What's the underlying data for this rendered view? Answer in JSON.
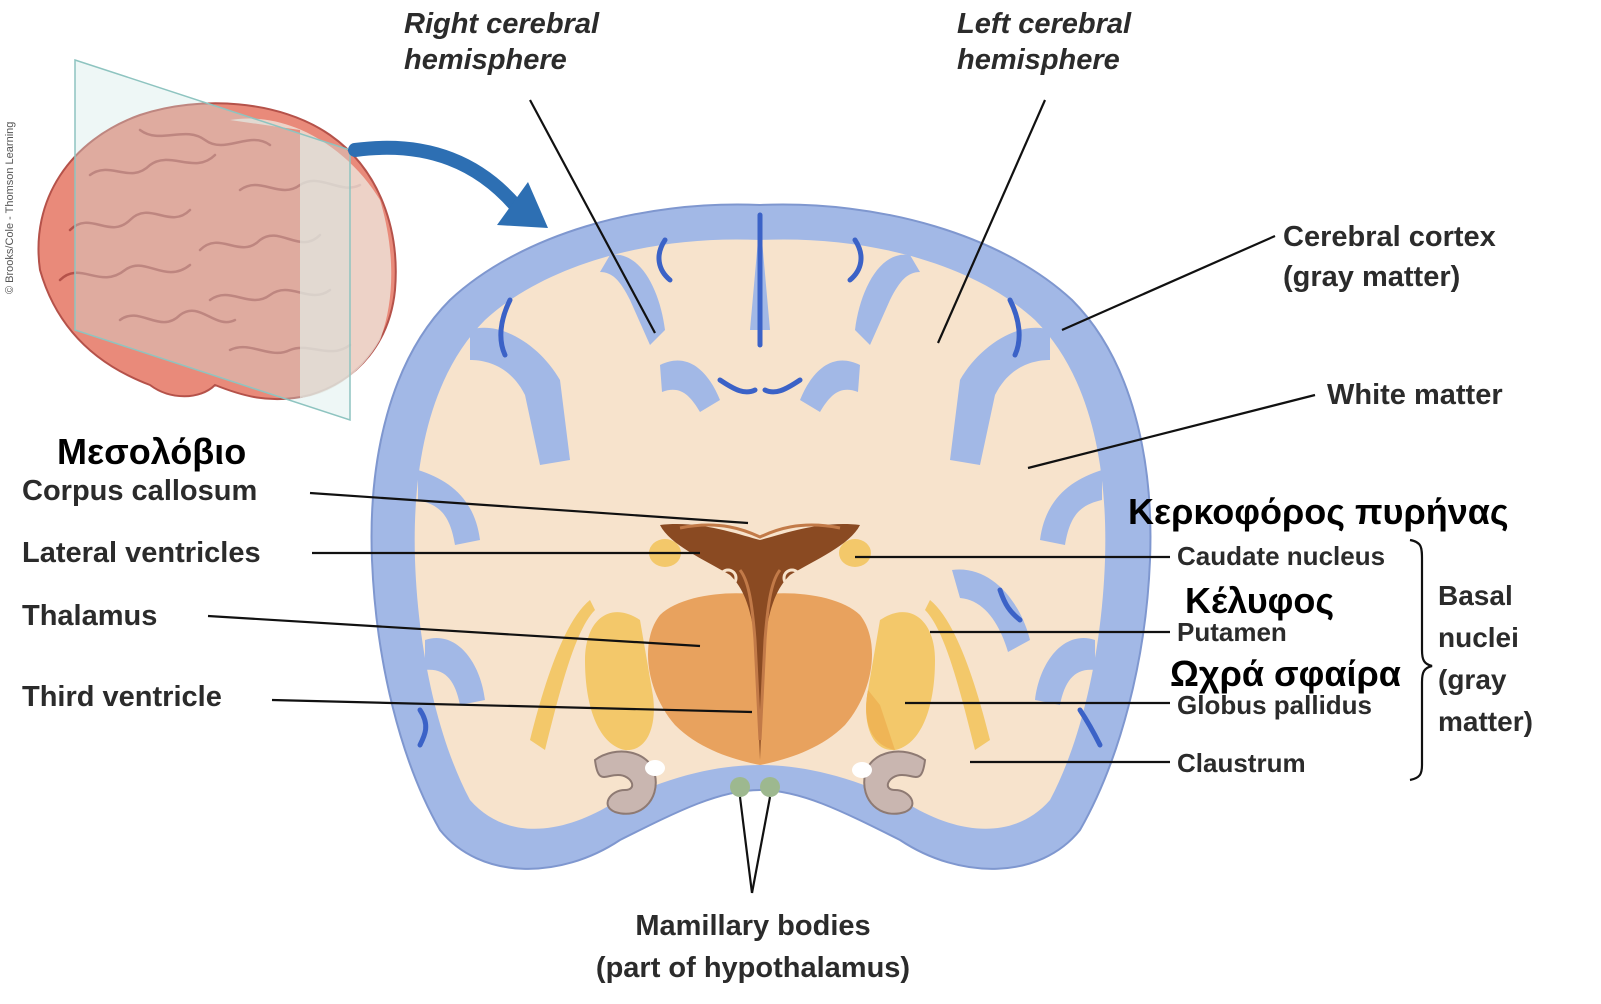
{
  "credit": "© Brooks/Cole - Thomson Learning",
  "labels": {
    "right_hemisphere": [
      "Right cerebral",
      "hemisphere"
    ],
    "left_hemisphere": [
      "Left cerebral",
      "hemisphere"
    ],
    "cerebral_cortex": [
      "Cerebral cortex",
      "(gray matter)"
    ],
    "white_matter": "White matter",
    "corpus_callosum": "Corpus callosum",
    "lateral_ventricles": "Lateral ventricles",
    "thalamus": "Thalamus",
    "third_ventricle": "Third ventricle",
    "caudate_nucleus": "Caudate nucleus",
    "putamen": "Putamen",
    "globus_pallidus": "Globus pallidus",
    "claustrum": "Claustrum",
    "basal_nuclei": [
      "Basal",
      "nuclei",
      "(gray",
      "matter)"
    ],
    "mamillary_bodies": [
      "Mamillary bodies",
      "(part of hypothalamus)"
    ]
  },
  "greek_labels": {
    "corpus_callosum": "Μεσολόβιο",
    "caudate_nucleus": "Κερκοφόρος πυρήνας",
    "putamen": "Κέλυφος",
    "globus_pallidus": "Ωχρά σφαίρα"
  },
  "colors": {
    "gray_matter": "#a2b8e6",
    "white_matter": "#f7e3cc",
    "sulci": "#3b62c7",
    "ventricles": "#8a4a22",
    "thalamus": "#e8a25e",
    "basal_nuclei": "#f3c86a",
    "brain_pink": "#e98a7a",
    "arrow": "#2d6fb3"
  }
}
